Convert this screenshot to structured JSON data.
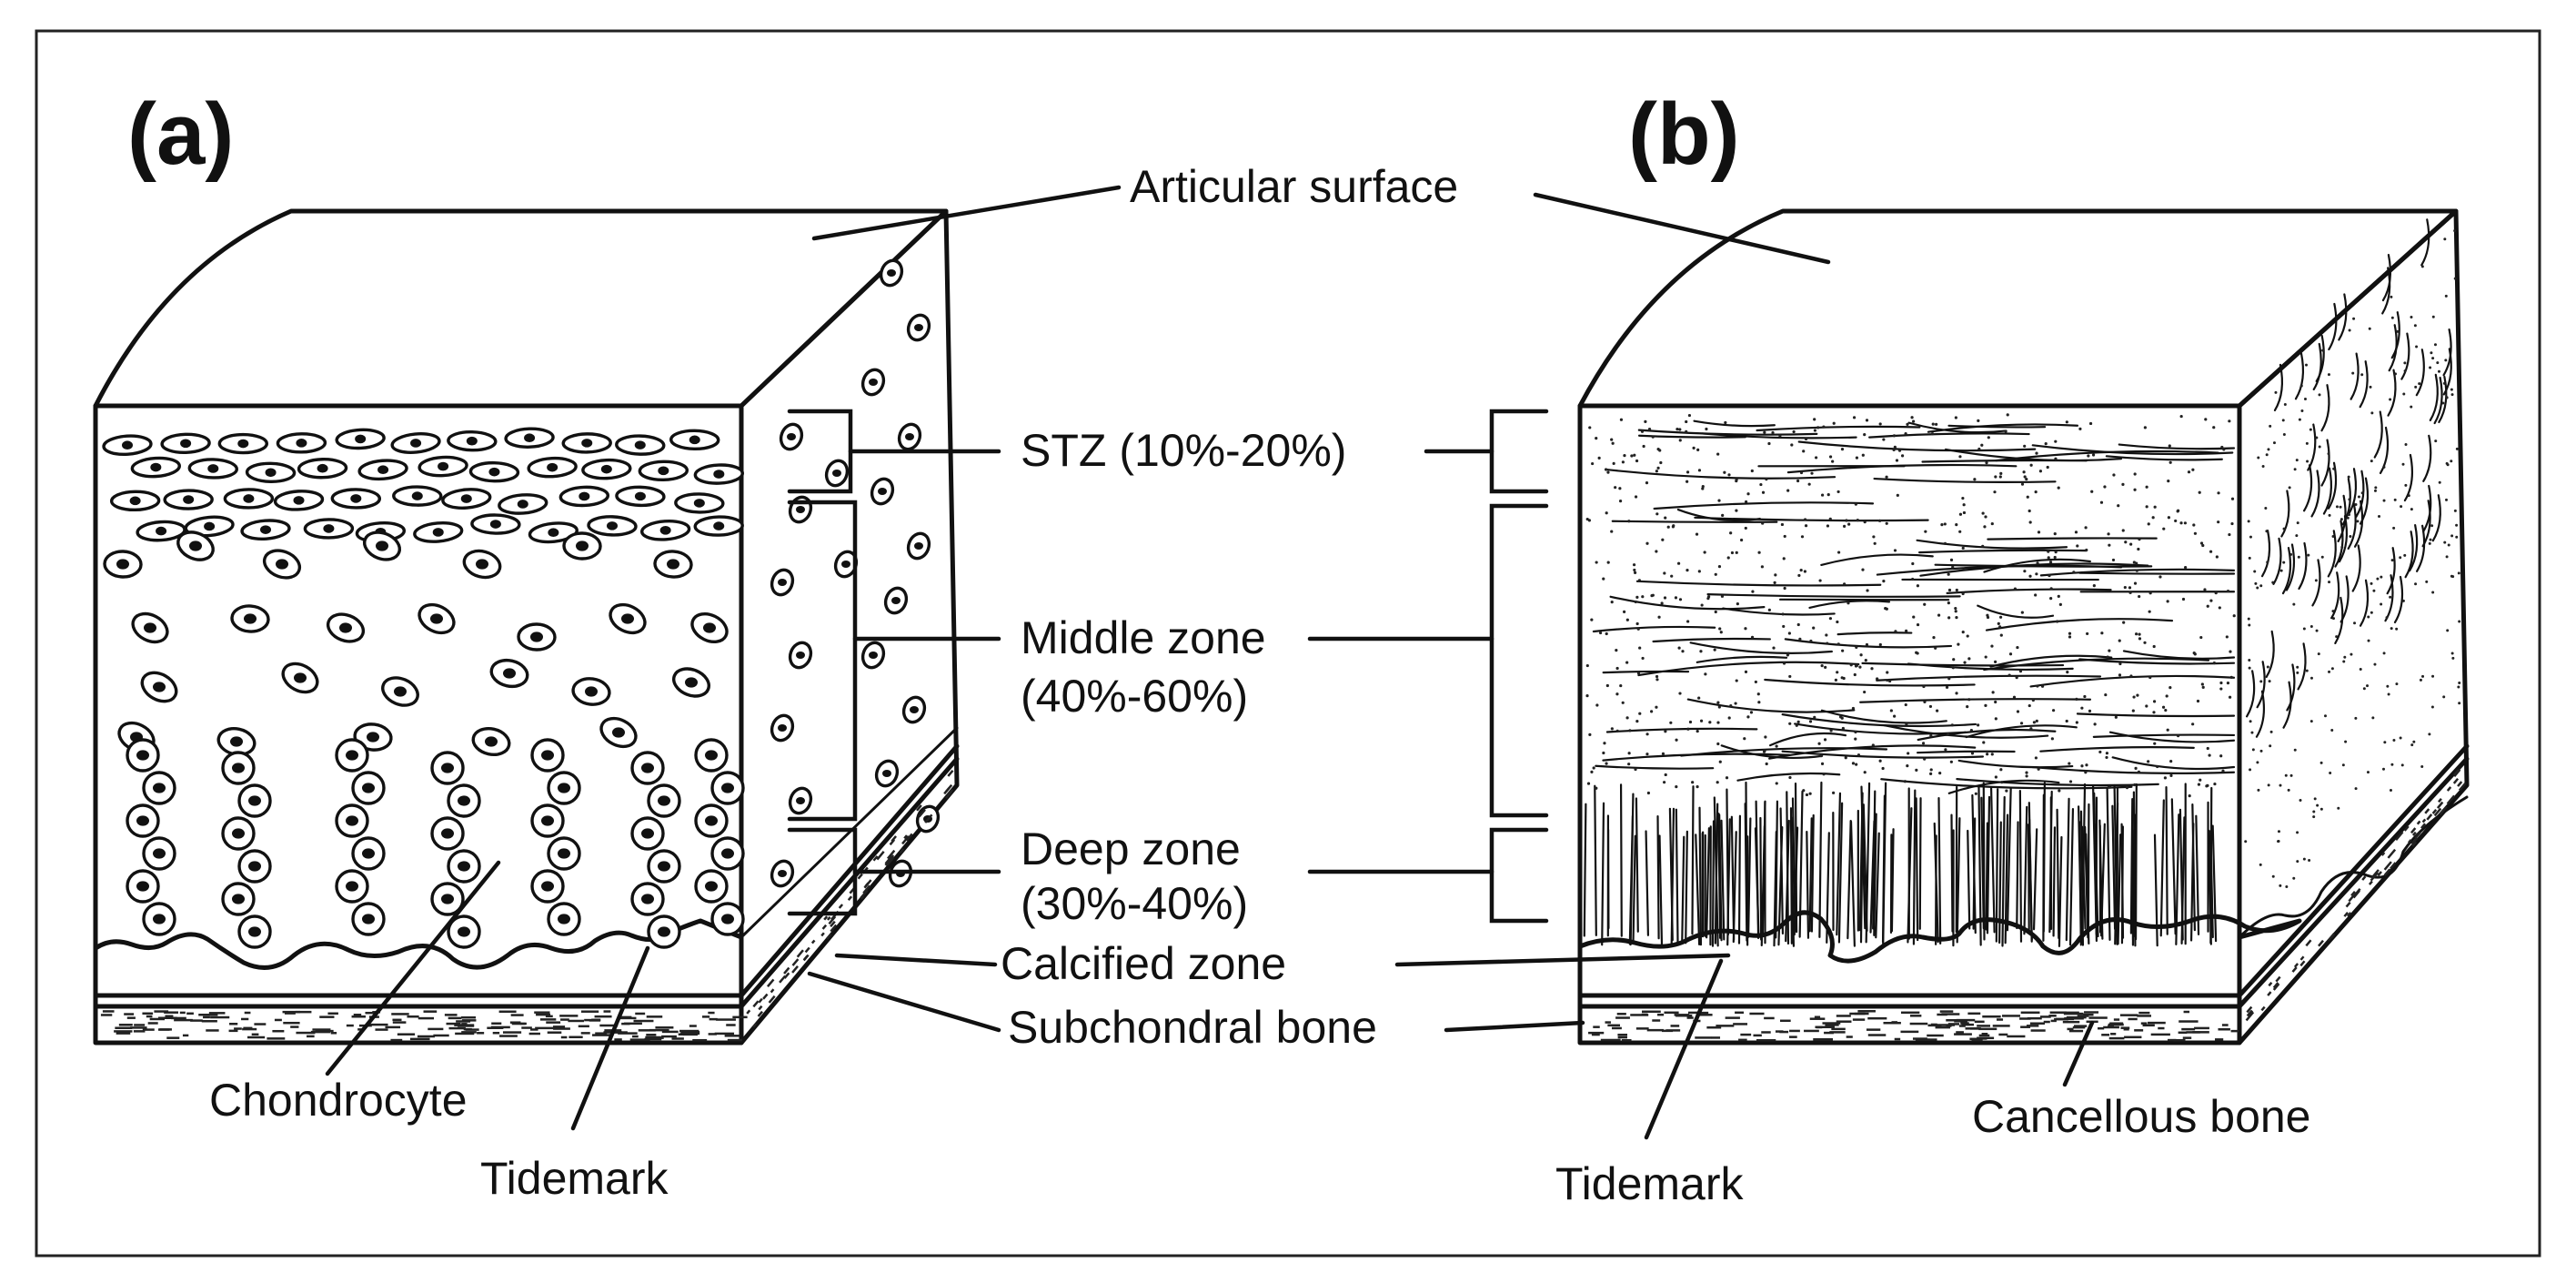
{
  "panels": [
    {
      "id": "a",
      "label": "(a)"
    },
    {
      "id": "b",
      "label": "(b)"
    }
  ],
  "labels": {
    "articular_surface": "Articular surface",
    "stz_line1": "STZ (10%-20%)",
    "middle_line1": "Middle zone",
    "middle_line2": "(40%-60%)",
    "deep_line1": "Deep zone",
    "deep_line2": "(30%-40%)",
    "calcified_zone": "Calcified zone",
    "subchondral_bone": "Subchondral bone",
    "chondrocyte": "Chondrocyte",
    "tidemark_a": "Tidemark",
    "tidemark_b": "Tidemark",
    "cancellous_bone": "Cancellous bone"
  },
  "colors": {
    "ink": "#111111",
    "background": "#ffffff"
  }
}
